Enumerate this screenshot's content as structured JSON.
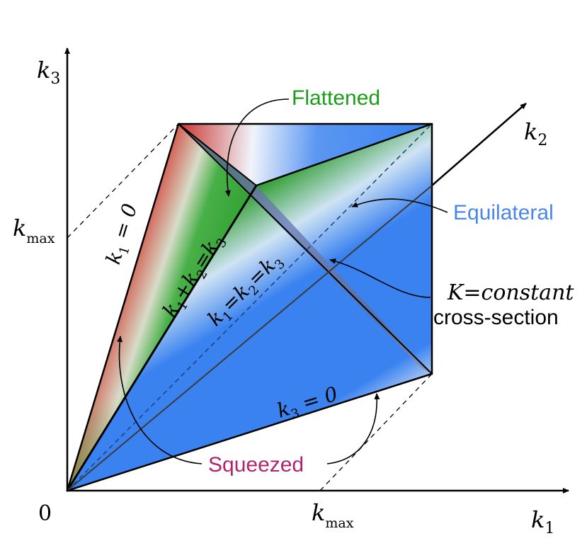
{
  "axes": {
    "origin": "0",
    "k1": {
      "base": "k",
      "sub": "1"
    },
    "k2": {
      "base": "k",
      "sub": "2"
    },
    "k3": {
      "base": "k",
      "sub": "3"
    },
    "kmax_x": {
      "base": "k",
      "sub": "max"
    },
    "kmax_y": {
      "base": "k",
      "sub": "max"
    }
  },
  "edge_labels": {
    "k1_zero": {
      "base": "k",
      "sub": "1",
      "rest": " = 0"
    },
    "k3_zero": {
      "base": "k",
      "sub": "3",
      "rest": " = 0"
    },
    "flattened_edge": {
      "k": "k",
      "s1": "1",
      "plus": "+",
      "s2": "2",
      "eq": "=",
      "s3": "3"
    },
    "equilateral_line": {
      "k": "k",
      "s1": "1",
      "eq1": "=",
      "s2": "2",
      "eq2": "=",
      "s3": "3"
    }
  },
  "callouts": {
    "flattened": "Flattened",
    "equilateral": "Equilateral",
    "constant_k": "K=constant",
    "cross_section": "cross-section",
    "squeezed": "Squeezed"
  },
  "colors": {
    "flattened": "#1a9e1a",
    "equilateral": "#4a86e8",
    "squeezed": "#b0246e",
    "blue_fill": "#3a82f0",
    "red_fill": "#cc2a2a",
    "green_fill": "#2ea02e"
  }
}
